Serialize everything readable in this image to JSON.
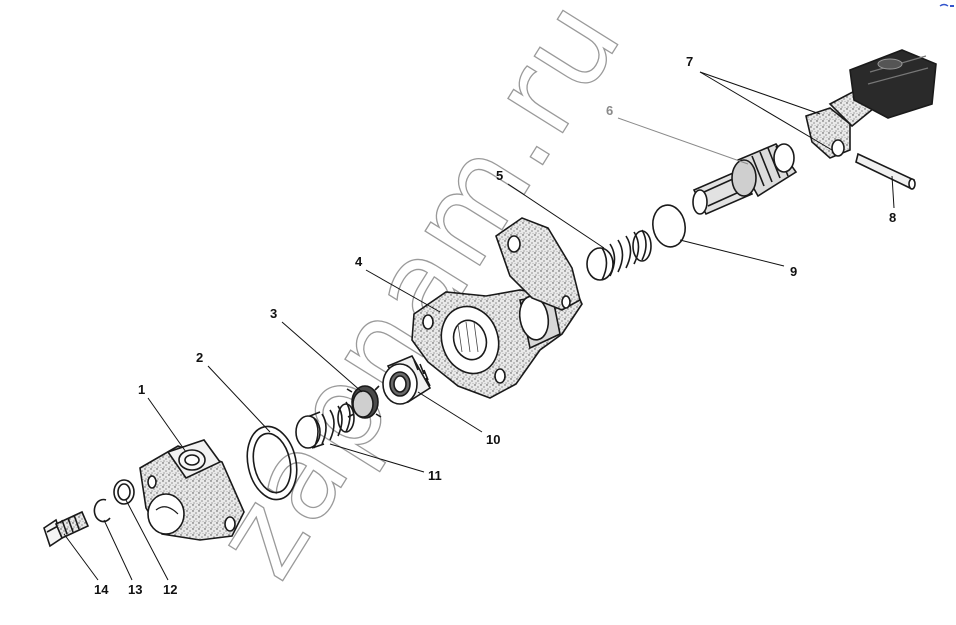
{
  "watermark": "zapnam.ru",
  "callouts": [
    {
      "id": "1",
      "text": "1"
    },
    {
      "id": "2",
      "text": "2"
    },
    {
      "id": "3",
      "text": "3"
    },
    {
      "id": "4",
      "text": "4"
    },
    {
      "id": "5",
      "text": "5"
    },
    {
      "id": "6",
      "text": "6"
    },
    {
      "id": "7",
      "text": "7"
    },
    {
      "id": "8",
      "text": "8"
    },
    {
      "id": "9",
      "text": "9"
    },
    {
      "id": "10",
      "text": "10"
    },
    {
      "id": "11",
      "text": "11"
    },
    {
      "id": "12",
      "text": "12"
    },
    {
      "id": "13",
      "text": "13"
    },
    {
      "id": "14",
      "text": "14"
    }
  ],
  "colors": {
    "ink": "#111111",
    "muted_label": "#8a8a8a",
    "watermark": "#9a9a9a",
    "background": "#ffffff"
  }
}
